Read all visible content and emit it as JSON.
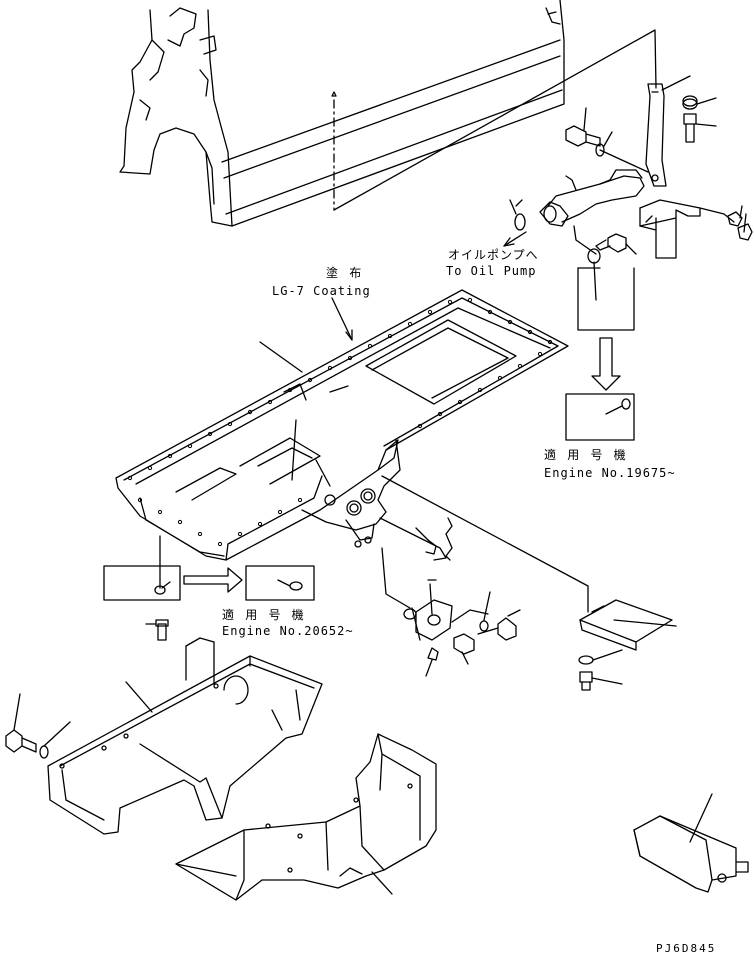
{
  "coating": {
    "jp": "塗 布",
    "en": "LG-7 Coating"
  },
  "oil_pump": {
    "jp": "オイルポンプへ",
    "en": "To Oil Pump"
  },
  "note_upper": {
    "jp": "適 用 号 機",
    "en": "Engine No.19675~"
  },
  "note_lower": {
    "jp": "適 用 号 機",
    "en": "Engine No.20652~"
  },
  "drawing_code": "PJ6D845"
}
